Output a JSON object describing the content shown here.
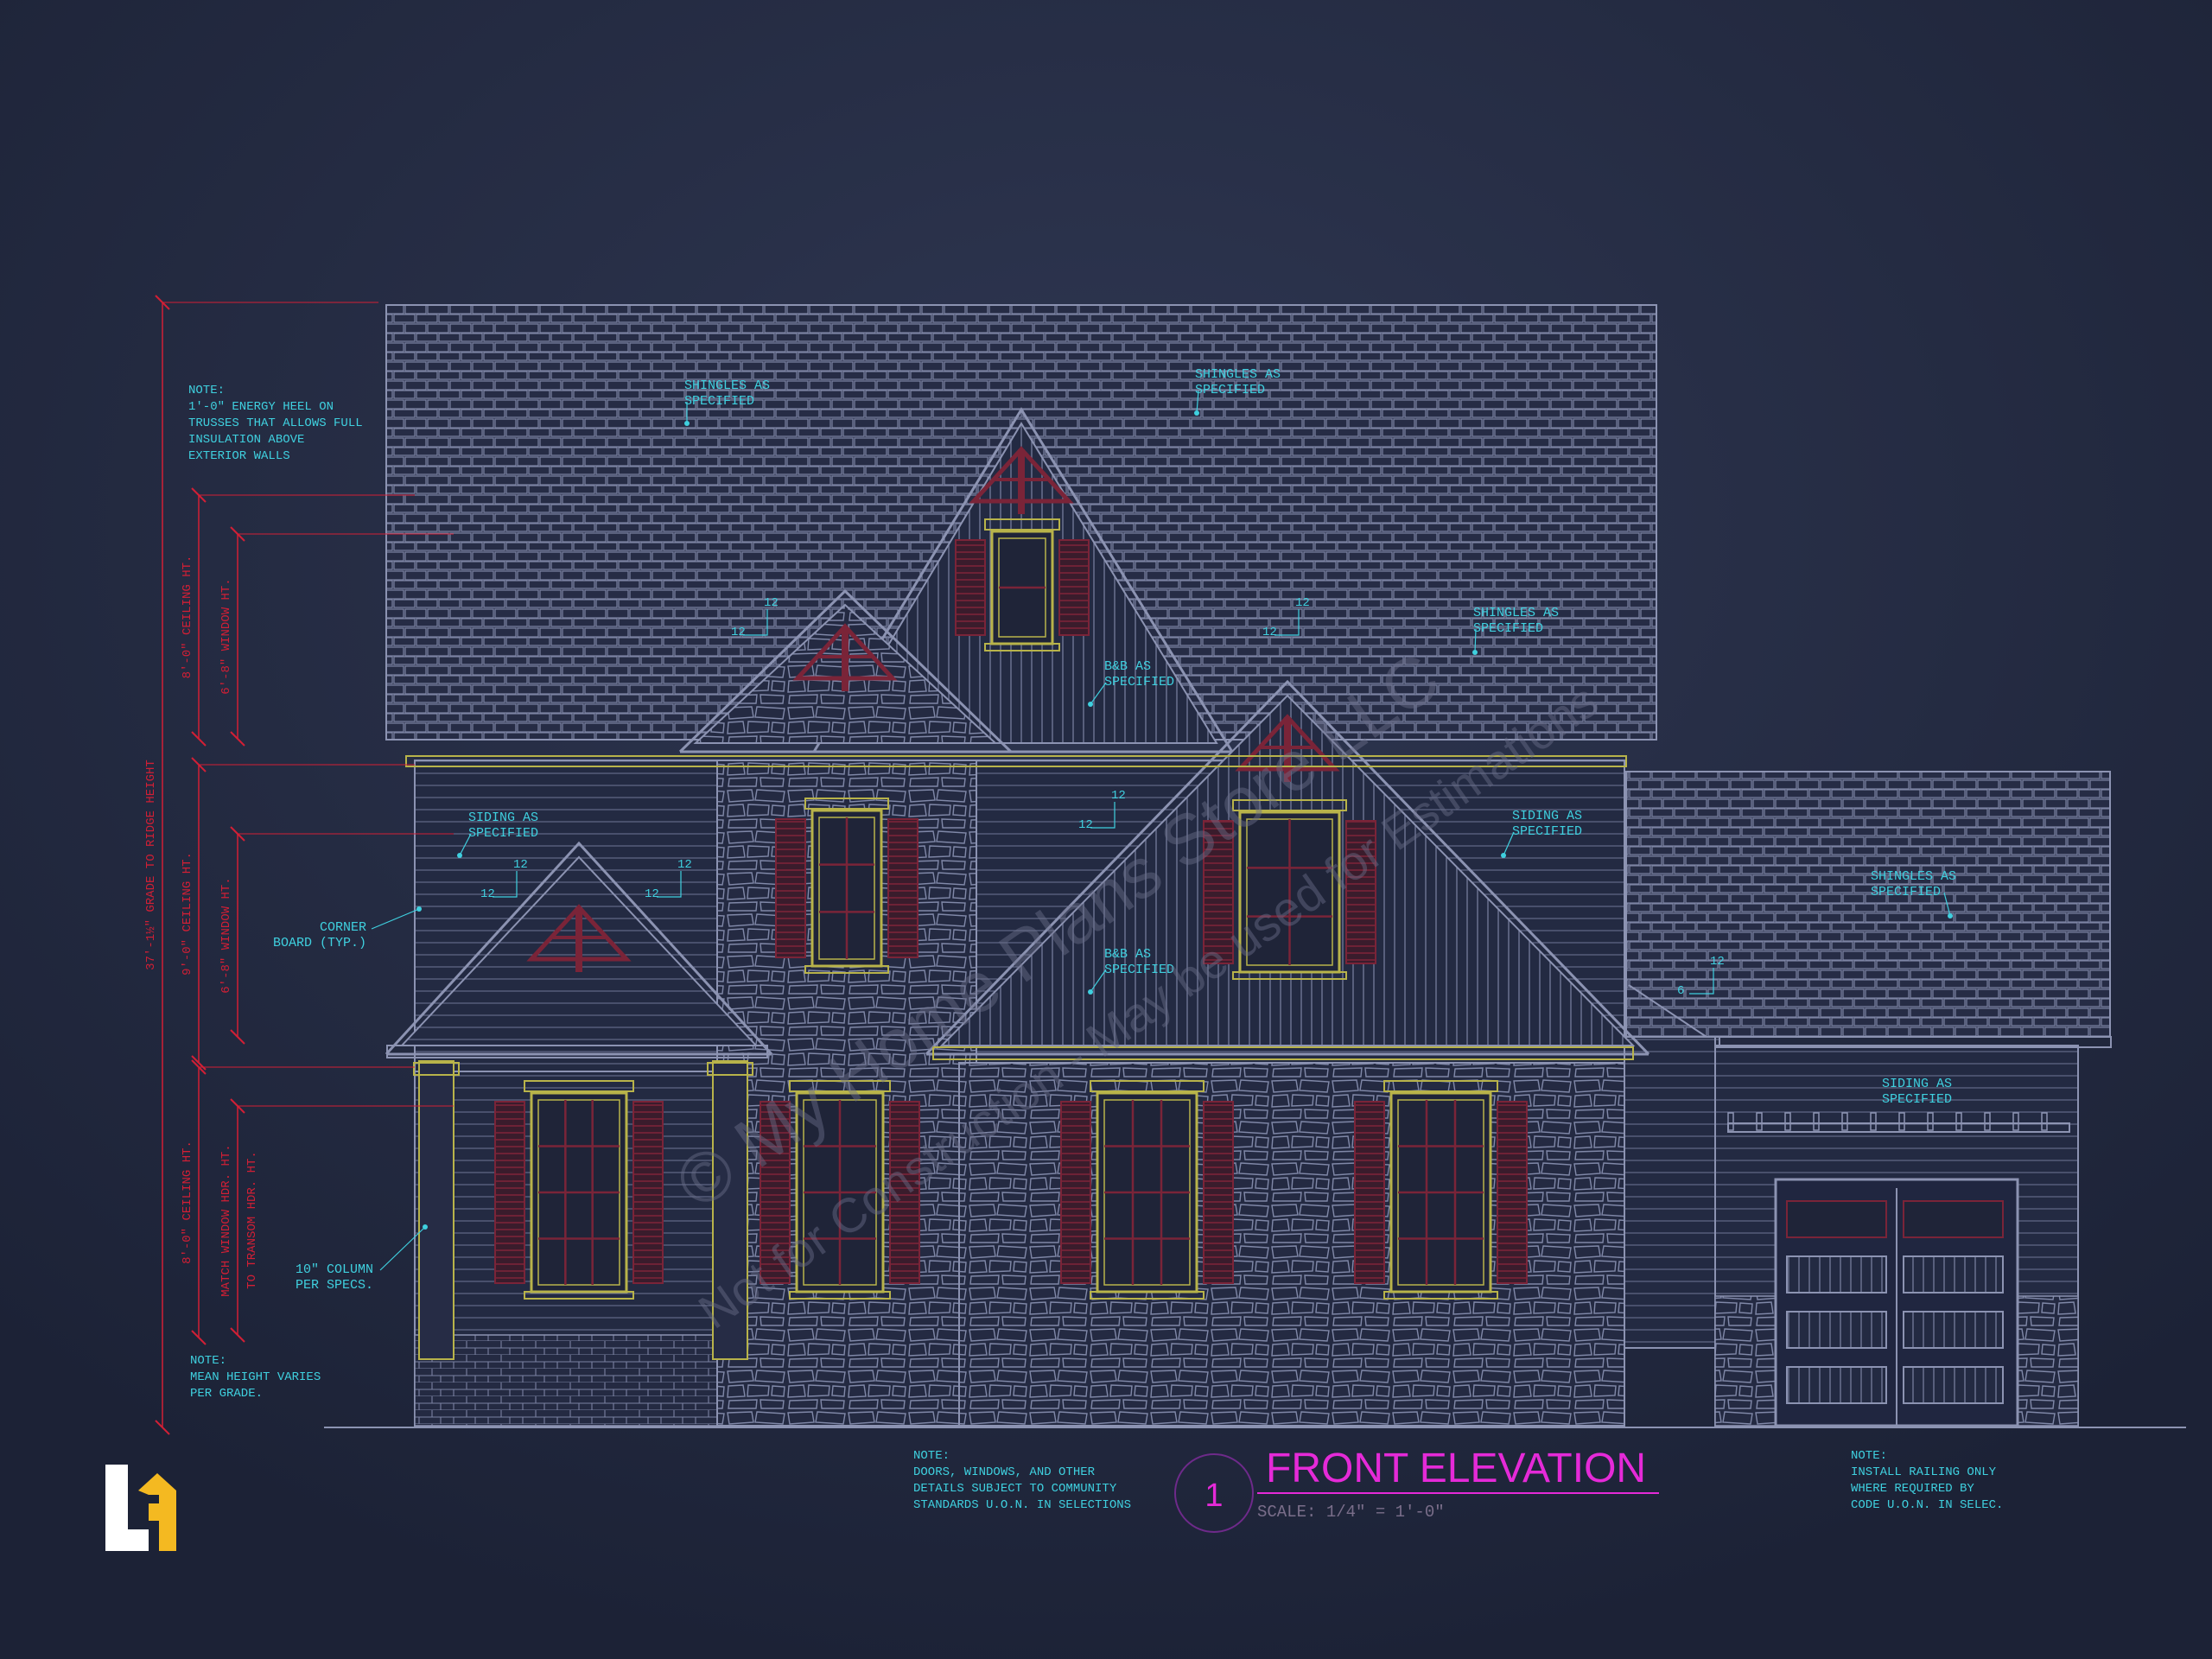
{
  "colors": {
    "background": "#1c2236",
    "background_glow": "#2f3752",
    "linework": "#8c93b2",
    "trim": "#b8b34a",
    "shutter": "#7a2438",
    "dimension": "#d21f35",
    "callout": "#3fd0df",
    "title": "#e52ad8",
    "logo_white": "#ffffff",
    "logo_yellow": "#f4b921",
    "watermark": "#6b6f8a"
  },
  "notes": {
    "energy_heel": [
      "NOTE:",
      "1'-0\" ENERGY HEEL ON",
      "TRUSSES THAT ALLOWS FULL",
      "INSULATION ABOVE",
      "EXTERIOR WALLS"
    ],
    "mean_height": [
      "NOTE:",
      "MEAN HEIGHT VARIES",
      "PER GRADE."
    ],
    "doors_windows": [
      "NOTE:",
      "DOORS, WINDOWS, AND OTHER",
      "DETAILS SUBJECT TO COMMUNITY",
      "STANDARDS U.O.N. IN SELECTIONS"
    ],
    "railing": [
      "NOTE:",
      "INSTALL RAILING ONLY",
      "WHERE REQUIRED BY",
      "CODE U.O.N. IN SELEC."
    ]
  },
  "callouts": {
    "shingles": [
      "SHINGLES AS",
      "SPECIFIED"
    ],
    "bb": [
      "B&B AS",
      "SPECIFIED"
    ],
    "siding": [
      "SIDING AS",
      "SPECIFIED"
    ],
    "corner_board": [
      "CORNER",
      "BOARD (TYP.)"
    ],
    "column": [
      "10\" COLUMN",
      "PER SPECS."
    ]
  },
  "dimensions": {
    "overall": "37'-1½\" GRADE TO RIDGE HEIGHT",
    "ceiling_upper": "8'-0\" CEILING HT.",
    "window_upper": "6'-8\" WINDOW HT.",
    "ceiling_mid": "9'-0\" CEILING HT.",
    "window_mid": "6'-8\" WINDOW HT.",
    "ceiling_lower": "8'-0\" CEILING HT.",
    "window_lower_1": "MATCH WINDOW HDR. HT.",
    "window_lower_2": "TO TRANSOM HDR. HT."
  },
  "pitch": {
    "rise": "12",
    "run": "12",
    "garage_run": "6"
  },
  "title_block": {
    "number": "1",
    "title": "FRONT ELEVATION",
    "scale": "SCALE: 1/4\" = 1'-0\""
  },
  "watermark": {
    "line1": "© My Home Plans Store LLC",
    "line2": "Not for Construction - May be used for Estimations"
  }
}
